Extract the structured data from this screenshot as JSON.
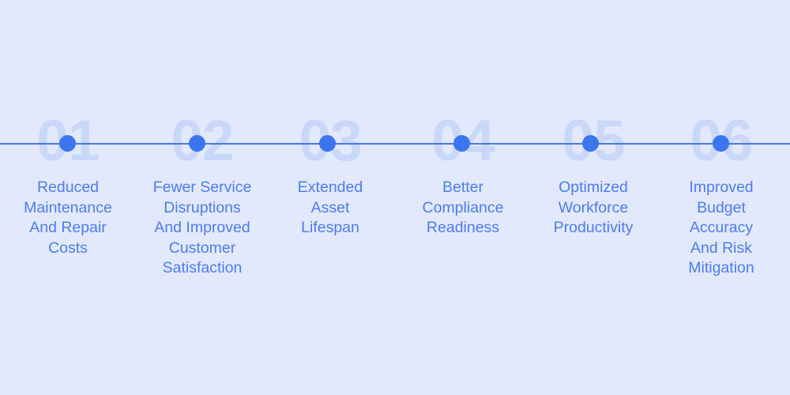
{
  "theme": {
    "background_color": "#e3e9fd",
    "axis_color": "#4678ee",
    "dot_color": "#3b76ef",
    "ghost_number_color": "#c9d7f8",
    "label_color": "#4a7cf0"
  },
  "timeline": {
    "orientation": "horizontal",
    "milestone_count": 6,
    "milestones": [
      {
        "number": "01",
        "label": "Reduced\nMaintenance\nAnd Repair\nCosts"
      },
      {
        "number": "02",
        "label": "Fewer Service\nDisruptions\nAnd Improved\nCustomer\nSatisfaction"
      },
      {
        "number": "03",
        "label": "Extended\nAsset\nLifespan"
      },
      {
        "number": "04",
        "label": "Better\nCompliance\nReadiness"
      },
      {
        "number": "05",
        "label": "Optimized\nWorkforce\nProductivity"
      },
      {
        "number": "06",
        "label": "Improved\nBudget\nAccuracy\nAnd Risk\nMitigation"
      }
    ]
  }
}
